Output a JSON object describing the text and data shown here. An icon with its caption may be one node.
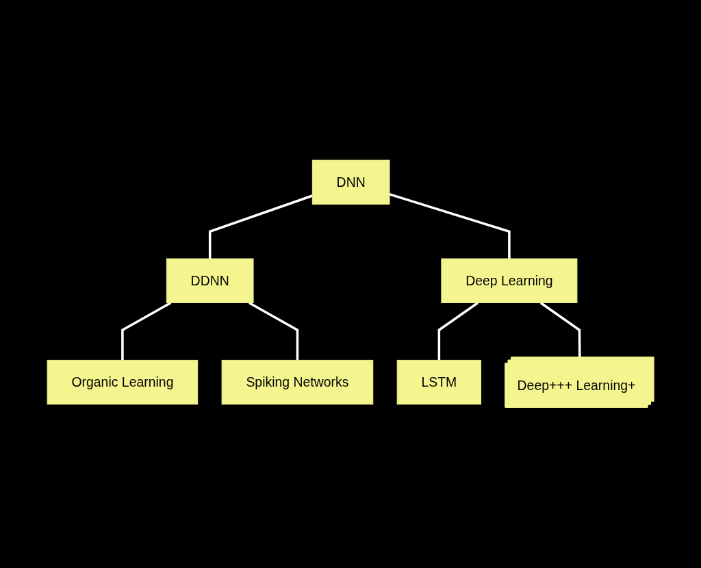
{
  "diagram": {
    "nodes": [
      {
        "text": [
          "DNN"
        ]
      },
      {
        "text": [
          "DDNN"
        ]
      },
      {
        "text": [
          "Deep Learning"
        ]
      },
      {
        "text": [
          "Organic Learning"
        ]
      },
      {
        "text": [
          "Spiking Networks"
        ]
      },
      {
        "text": [
          "LSTM"
        ]
      },
      {
        "text": [
          "Deep+++ Learning+"
        ]
      }
    ],
    "edges": [
      {
        "from": 0,
        "to": 1,
        "arrow": "none"
      },
      {
        "from": 0,
        "to": 2,
        "arrow": "none"
      },
      {
        "from": 1,
        "to": 3,
        "arrow": "none"
      },
      {
        "from": 1,
        "to": 4,
        "arrow": "none"
      },
      {
        "from": 2,
        "to": 5,
        "arrow": "none"
      },
      {
        "from": 2,
        "to": 6,
        "arrow": "none"
      }
    ]
  }
}
